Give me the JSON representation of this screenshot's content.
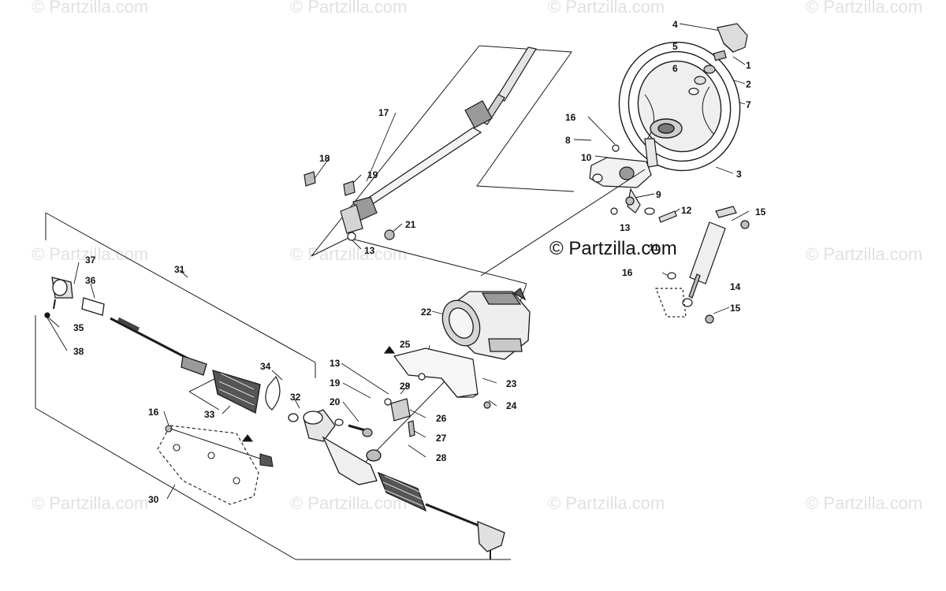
{
  "watermark": "© Partzilla.com",
  "credit": "© Partzilla.com",
  "callouts": [
    "1",
    "2",
    "3",
    "4",
    "5",
    "6",
    "7",
    "8",
    "9",
    "10",
    "11",
    "12",
    "13",
    "13",
    "13",
    "14",
    "15",
    "15",
    "16",
    "16",
    "16",
    "17",
    "18",
    "19",
    "19",
    "20",
    "21",
    "22",
    "23",
    "24",
    "25",
    "26",
    "27",
    "28",
    "29",
    "30",
    "31",
    "32",
    "33",
    "34",
    "35",
    "36",
    "37",
    "38"
  ],
  "colors": {
    "line": "#1a1a1a",
    "part_fill": "#d8d8d8",
    "part_dark": "#8a8a8a",
    "watermark": "#e1e1e1"
  }
}
